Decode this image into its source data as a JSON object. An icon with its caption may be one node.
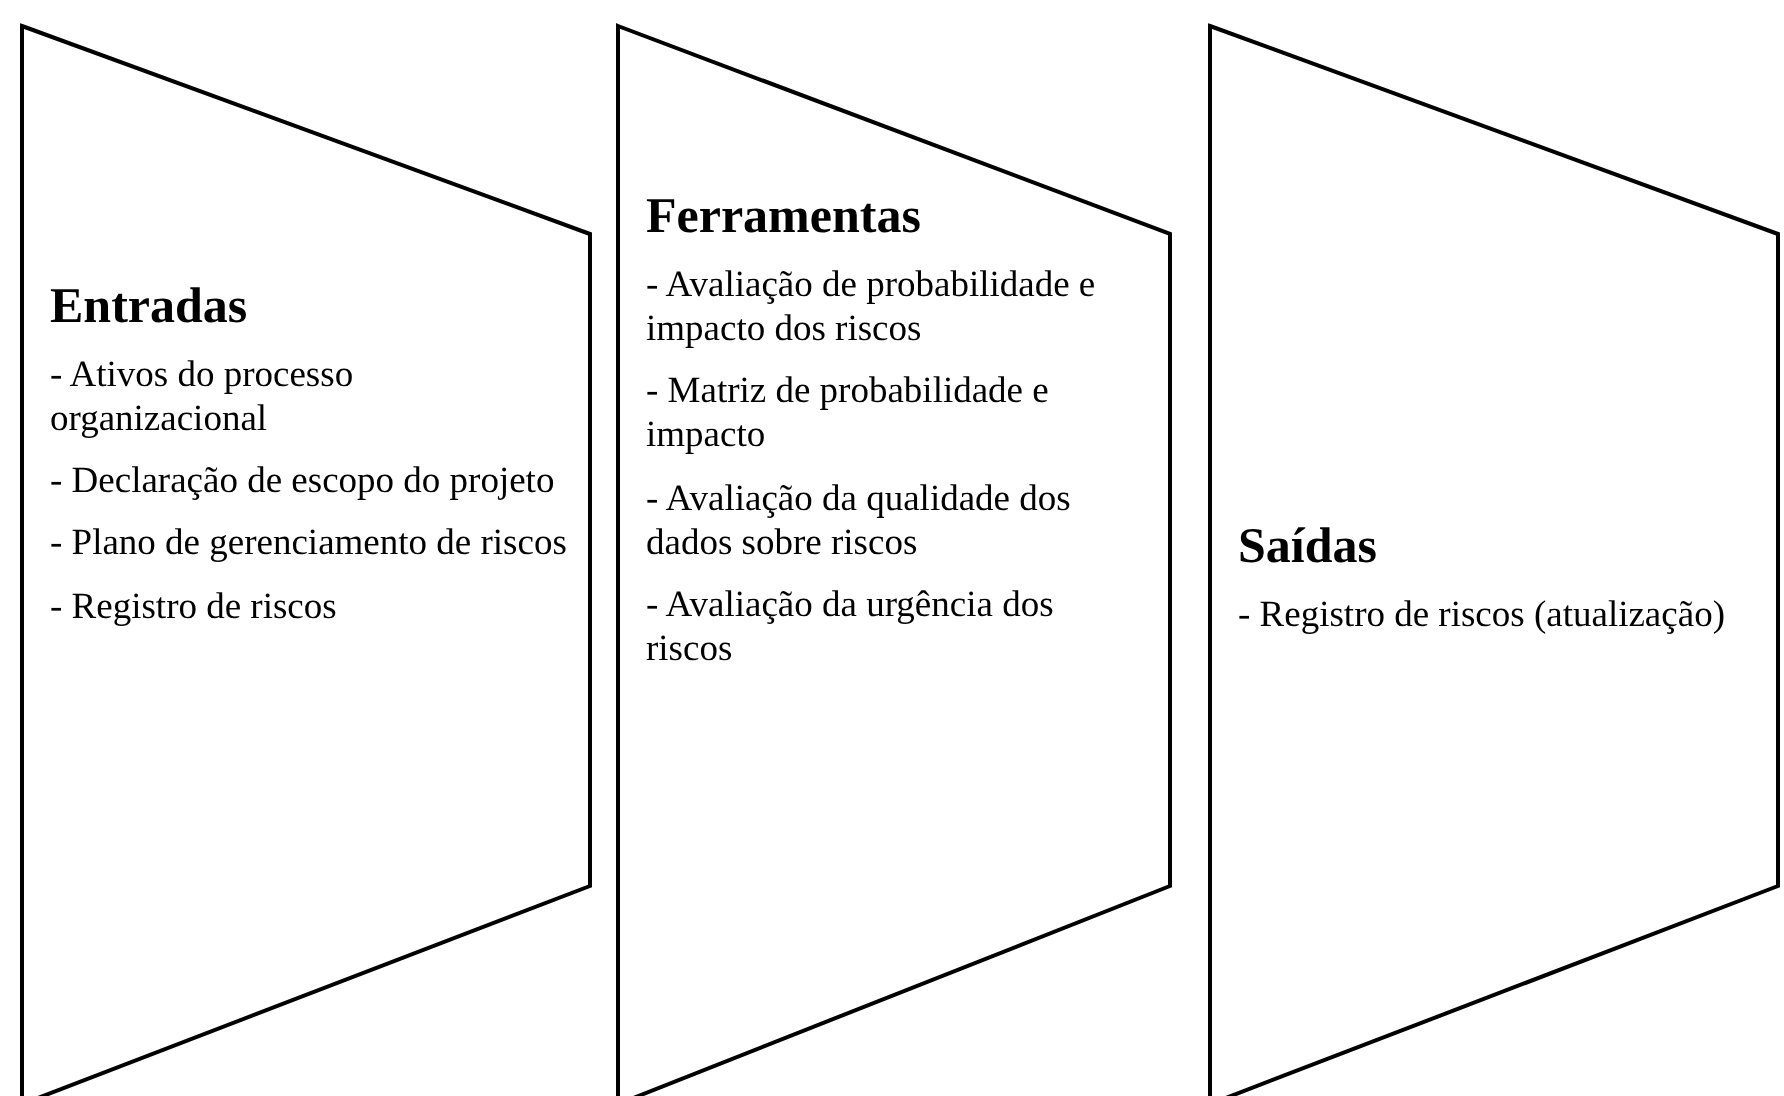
{
  "diagram": {
    "nodes": [
      {
        "text": [
          "Entradas",
          "- Ativos do processo organizacional",
          "- Declaração de escopo do projeto",
          "- Plano de gerenciamento de riscos",
          "- Registro de riscos"
        ]
      },
      {
        "text": [
          "Ferramentas",
          "- Avaliação de probabilidade e impacto dos riscos",
          "- Matriz de probabilidade e impacto",
          "- Avaliação da qualidade dos dados sobre riscos",
          "- Avaliação da urgência dos riscos"
        ]
      },
      {
        "text": [
          "Saídas",
          "- Registro de riscos (atualização)"
        ]
      }
    ],
    "edges": []
  }
}
